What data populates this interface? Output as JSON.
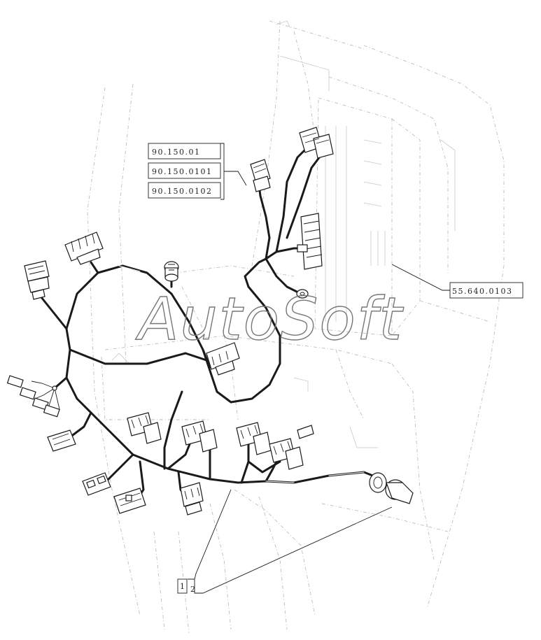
{
  "labels": {
    "ref1": "90.150.01",
    "ref2": "90.150.0101",
    "ref3": "90.150.0102",
    "ref4": "55.640.0103"
  },
  "callouts": {
    "item1": "1",
    "item2": "2"
  },
  "watermark": "AutoSoft"
}
